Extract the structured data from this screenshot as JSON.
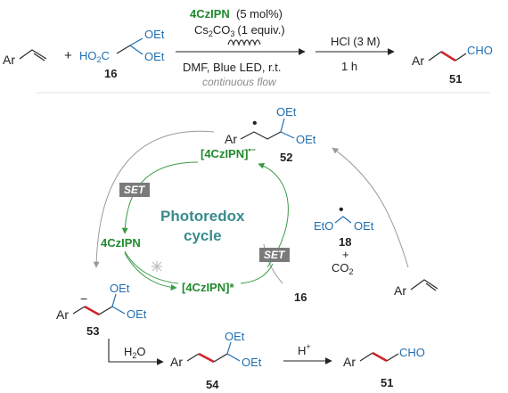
{
  "colors": {
    "text": "#222222",
    "oxygen_blue": "#1f6fb2",
    "catalyst_green": "#1f8a2e",
    "cycle_title": "#3a8c8c",
    "highlight_bond_red": "#d1242a",
    "set_badge": "#7a7a7a",
    "note_gray": "#8a8a8a"
  },
  "top_scheme": {
    "ar": "Ar",
    "plus": "+",
    "acid_hoc": "HO",
    "acid_2": "2",
    "acid_c": "C",
    "oet": "OEt",
    "label_16": "16",
    "catalyst": "4CzIPN",
    "catalyst_loading": "(5 mol%)",
    "base_prefix": "Cs",
    "base_sub1": "2",
    "base_co": "CO",
    "base_sub2": "3",
    "base_equiv": "(1 equiv.)",
    "conditions": "DMF, Blue LED, r.t.",
    "flow_note": "continuous flow",
    "step2_reagent": "HCl (3 M)",
    "step2_time": "1 h",
    "cho": "CHO",
    "label_51": "51"
  },
  "cycle": {
    "title_line1": "Photoredox",
    "title_line2": "cycle",
    "radical_anion": "[4CzIPN]",
    "radical_anion_charge": "•−",
    "ground_state": "4CzIPN",
    "excited_state": "[4CzIPN]*",
    "set_label_1": "SET",
    "set_label_2": "SET",
    "radical_ar": "Ar",
    "radical_oet_top": "OEt",
    "radical_oet_bottom": "OEt",
    "radical_dot": "•",
    "label_52": "52",
    "acetal_left": "EtO",
    "acetal_right": "OEt",
    "acetal_dot": "•",
    "label_18": "18",
    "plus": "+",
    "co2_prefix": "CO",
    "co2_sub": "2",
    "label_16": "16",
    "alkene_ar": "Ar",
    "anion_ar": "Ar",
    "anion_charge": "−",
    "anion_oet_top": "OEt",
    "anion_oet_bottom": "OEt",
    "label_53": "53"
  },
  "bottom_scheme": {
    "water_prefix": "H",
    "water_sub": "2",
    "water_suffix": "O",
    "acetal_ar": "Ar",
    "acetal_oet_top": "OEt",
    "acetal_oet_bottom": "OEt",
    "label_54": "54",
    "acid_h": "H",
    "acid_plus": "+",
    "ald_ar": "Ar",
    "ald_cho": "CHO",
    "label_51": "51"
  }
}
